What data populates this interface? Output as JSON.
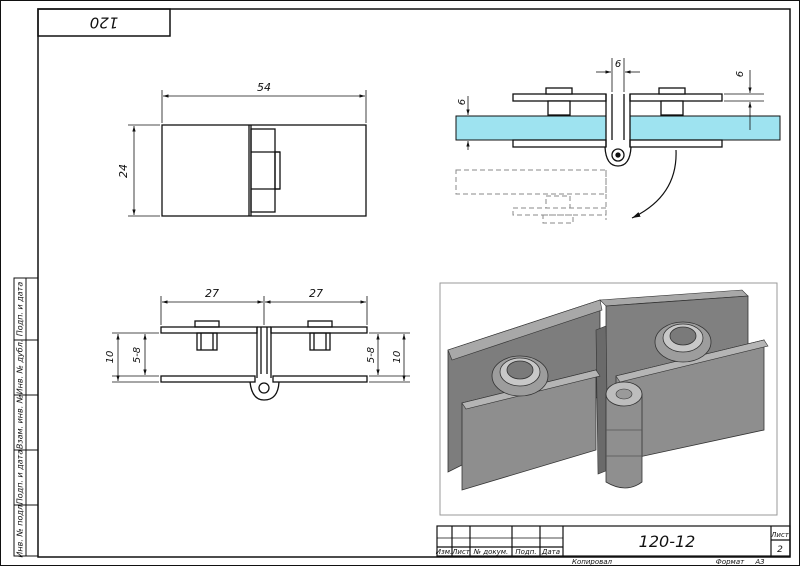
{
  "corner_stamp": "120",
  "side_stamps": [
    "Инв. № подл.",
    "Подп. и дата",
    "Взам. инв. №",
    "Инв. № дубл.",
    "Подп. и дата"
  ],
  "top_view": {
    "length": "54",
    "height": "24"
  },
  "section_view": {
    "half_left": "27",
    "half_right": "27",
    "thickness": "10",
    "gap": "5-8"
  },
  "open_view": {
    "axis_offset": "6",
    "plate_top": "6",
    "plate_right": "6"
  },
  "title_block": {
    "designation": "120-12",
    "sheet_label": "Лист",
    "sheet_number": "2",
    "columns": [
      "Изм.",
      "Лист",
      "№ докум.",
      "Подп.",
      "Дата"
    ],
    "copied": "Копировал",
    "format": "Формат",
    "format_value": "A3"
  },
  "colors": {
    "glass": "#9ee3f0",
    "metal": "#8a8a8a",
    "line": "#111111"
  }
}
